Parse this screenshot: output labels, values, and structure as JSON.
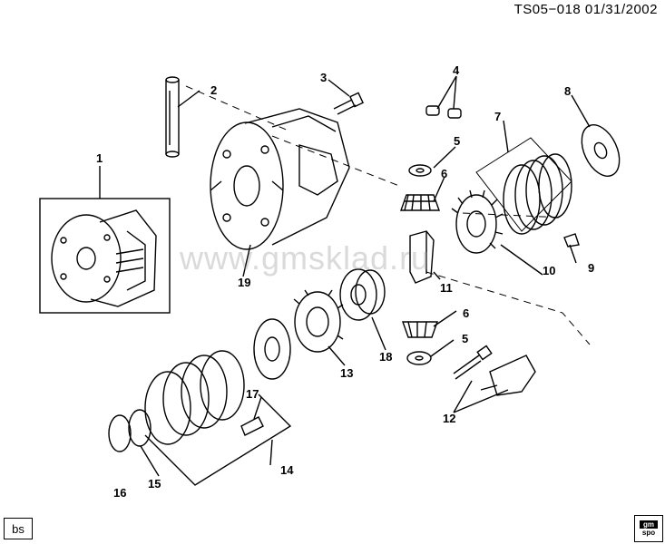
{
  "header": {
    "code": "TS05−018  01/31/2002"
  },
  "watermark": {
    "text": "www.gmsklad.ru"
  },
  "badges": {
    "left": "bs",
    "right_top": "gm",
    "right_bottom": "spo"
  },
  "callouts": [
    {
      "id": "c1",
      "label": "1"
    },
    {
      "id": "c2",
      "label": "2"
    },
    {
      "id": "c3",
      "label": "3"
    },
    {
      "id": "c4",
      "label": "4"
    },
    {
      "id": "c5a",
      "label": "5"
    },
    {
      "id": "c6a",
      "label": "6"
    },
    {
      "id": "c7",
      "label": "7"
    },
    {
      "id": "c8",
      "label": "8"
    },
    {
      "id": "c9",
      "label": "9"
    },
    {
      "id": "c10",
      "label": "10"
    },
    {
      "id": "c11",
      "label": "11"
    },
    {
      "id": "c6b",
      "label": "6"
    },
    {
      "id": "c5b",
      "label": "5"
    },
    {
      "id": "c12",
      "label": "12"
    },
    {
      "id": "c13",
      "label": "13"
    },
    {
      "id": "c14",
      "label": "14"
    },
    {
      "id": "c15",
      "label": "15"
    },
    {
      "id": "c16",
      "label": "16"
    },
    {
      "id": "c17",
      "label": "17"
    },
    {
      "id": "c18",
      "label": "18"
    },
    {
      "id": "c19",
      "label": "19"
    }
  ],
  "colors": {
    "ink": "#000000",
    "paper": "#ffffff",
    "watermark": "#969696"
  }
}
